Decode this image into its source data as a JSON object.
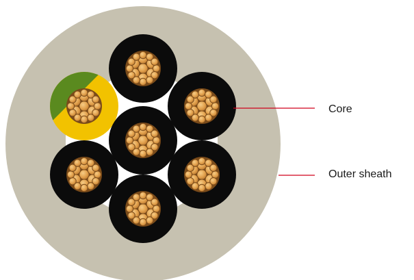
{
  "labels": {
    "core": "Core",
    "outer_sheath": "Outer sheath"
  },
  "colors": {
    "outer_sheath": "#c6c1b0",
    "filler": "#ffffff",
    "core_insulation": "#0b0b0b",
    "earth_green": "#5a8a1f",
    "earth_yellow": "#f2c200",
    "copper_strand": "#e2a14d",
    "strand_outline": "#7a4b1a",
    "leader_line": "#d0021b"
  },
  "cores": [
    {
      "name": "core-top",
      "earth": false
    },
    {
      "name": "core-upper-left-earth",
      "earth": true
    },
    {
      "name": "core-upper-right",
      "earth": false
    },
    {
      "name": "core-center",
      "earth": false
    },
    {
      "name": "core-lower-left",
      "earth": false
    },
    {
      "name": "core-lower-right",
      "earth": false
    },
    {
      "name": "core-bottom",
      "earth": false
    }
  ]
}
